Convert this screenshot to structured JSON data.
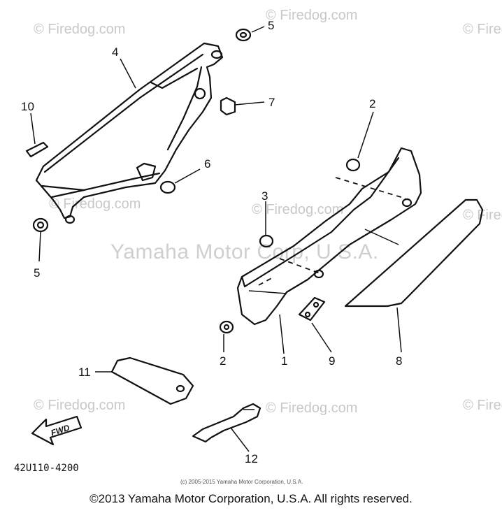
{
  "watermarks": {
    "site": "© Firedog.com",
    "brand": "Yamaha Motor Corp, U.S.A."
  },
  "callouts": [
    "1",
    "2",
    "2",
    "3",
    "4",
    "5",
    "5",
    "6",
    "7",
    "8",
    "9",
    "10",
    "11",
    "12"
  ],
  "callout_labels": {
    "c1": "1",
    "c2a": "2",
    "c2b": "2",
    "c3": "3",
    "c4": "4",
    "c5a": "5",
    "c5b": "5",
    "c6": "6",
    "c7": "7",
    "c8": "8",
    "c9": "9",
    "c10": "10",
    "c11": "11",
    "c12": "12"
  },
  "fwd_label": "FWD",
  "part_number": "42U110-4200",
  "source_line": "(c) 2005-2015 Yamaha Motor Corporation, U.S.A.",
  "copyright": "©2013 Yamaha Motor Corporation, U.S.A. All rights reserved."
}
